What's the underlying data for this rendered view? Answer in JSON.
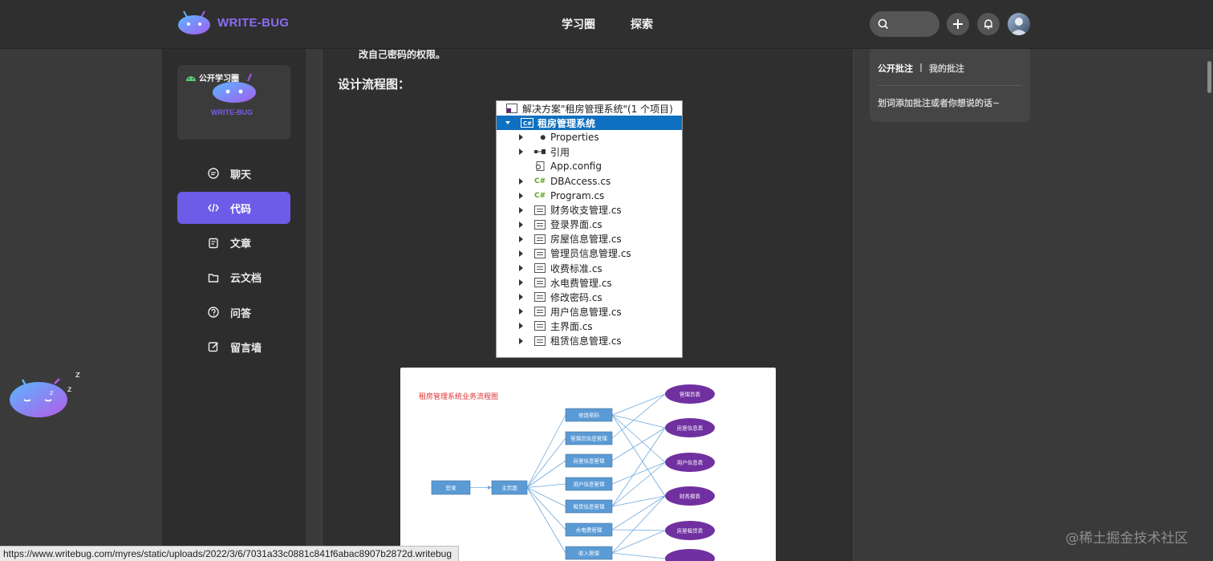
{
  "header": {
    "logo_text": "WRITE-BUG",
    "nav": [
      "学习圈",
      "探索"
    ],
    "search_placeholder": ""
  },
  "sidebar": {
    "circle_tag": "公开学习圈",
    "circle_logo_text": "WRITE-BUG",
    "items": [
      {
        "label": "聊天",
        "icon": "chat-icon",
        "active": false
      },
      {
        "label": "代码",
        "icon": "code-icon",
        "active": true
      },
      {
        "label": "文章",
        "icon": "article-icon",
        "active": false
      },
      {
        "label": "云文档",
        "icon": "folder-icon",
        "active": false
      },
      {
        "label": "问答",
        "icon": "question-icon",
        "active": false
      },
      {
        "label": "留言墙",
        "icon": "edit-icon",
        "active": false
      }
    ]
  },
  "article": {
    "cut_text": "改自己密码的权限。",
    "section_title": "设计流程图：",
    "solution_explorer": {
      "root": "解决方案\"租房管理系统\"(1 个项目)",
      "project": "租房管理系统",
      "items": [
        {
          "label": "Properties",
          "icon": "wrench-icon",
          "expandable": true
        },
        {
          "label": "引用",
          "icon": "reference-icon",
          "expandable": true
        },
        {
          "label": "App.config",
          "icon": "config-icon",
          "expandable": false
        },
        {
          "label": "DBAccess.cs",
          "icon": "csharp-icon",
          "expandable": true
        },
        {
          "label": "Program.cs",
          "icon": "csharp-icon",
          "expandable": true
        },
        {
          "label": "财务收支管理.cs",
          "icon": "form-icon",
          "expandable": true
        },
        {
          "label": "登录界面.cs",
          "icon": "form-icon",
          "expandable": true
        },
        {
          "label": "房屋信息管理.cs",
          "icon": "form-icon",
          "expandable": true
        },
        {
          "label": "管理员信息管理.cs",
          "icon": "form-icon",
          "expandable": true
        },
        {
          "label": "收费标准.cs",
          "icon": "form-icon",
          "expandable": true
        },
        {
          "label": "水电费管理.cs",
          "icon": "form-icon",
          "expandable": true
        },
        {
          "label": "修改密码.cs",
          "icon": "form-icon",
          "expandable": true
        },
        {
          "label": "用户信息管理.cs",
          "icon": "form-icon",
          "expandable": true
        },
        {
          "label": "主界面.cs",
          "icon": "form-icon",
          "expandable": true
        },
        {
          "label": "租赁信息管理.cs",
          "icon": "form-icon",
          "expandable": true
        }
      ]
    },
    "flowchart": {
      "title": "租房管理系统业务流程图",
      "start": "登录",
      "main": "主页面",
      "modules": [
        "修改密码",
        "管理员信息管理",
        "房屋信息管理",
        "用户信息管理",
        "租赁信息管理",
        "水电费管理",
        "收入管理"
      ],
      "tables": [
        "管理员表",
        "房屋信息表",
        "用户信息表",
        "财务报表",
        "房屋租赁表",
        ""
      ]
    }
  },
  "annotation_panel": {
    "tab_public": "公开批注",
    "separator": "|",
    "tab_mine": "我的批注",
    "hint": "划词添加批注或者你想说的话~"
  },
  "status_bar": {
    "url": "https://www.writebug.com/myres/static/uploads/2022/3/6/7031a33c0881c841f6abac8907b2872d.writebug"
  },
  "watermark": "@稀土掘金技术社区",
  "colors": {
    "accent": "#6c5ce7",
    "brand_text": "#8b6cf6",
    "selection_blue": "#0e70c0",
    "flow_box": "#5b9bd5",
    "flow_ellipse": "#7030a0"
  }
}
